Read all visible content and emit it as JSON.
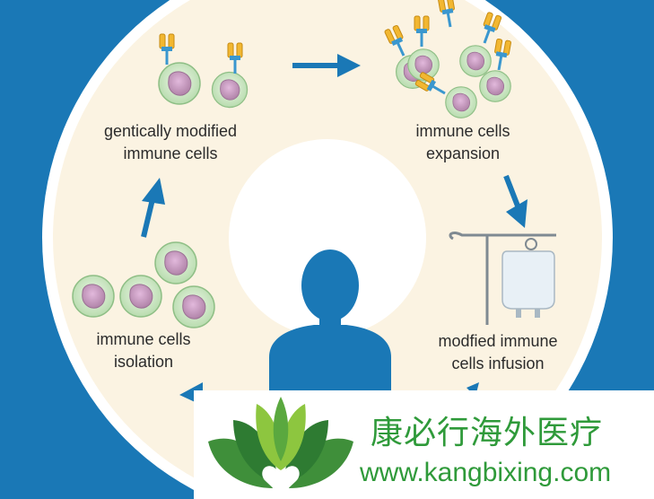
{
  "colors": {
    "background": "#1a78b6",
    "ring": "#fbf3e2",
    "arrow": "#1a78b6",
    "cell_outer": "#cfe8c6",
    "cell_nucleus": "#c99ac2",
    "receptor": "#f2b731",
    "watermark_green": "#2f9a3a"
  },
  "steps": {
    "modified": {
      "line1": "gentically modified",
      "line2": "immune cells"
    },
    "expansion": {
      "line1": "immune cells",
      "line2": "expansion"
    },
    "infusion": {
      "line1": "modfied immune",
      "line2": "cells infusion"
    },
    "isolation": {
      "line1": "immune cells",
      "line2": "isolation"
    }
  },
  "watermark": {
    "name_cn": "康必行海外医疗",
    "url": "www.kangbixing.com",
    "logo_icon": "lotus-heart-logo"
  }
}
